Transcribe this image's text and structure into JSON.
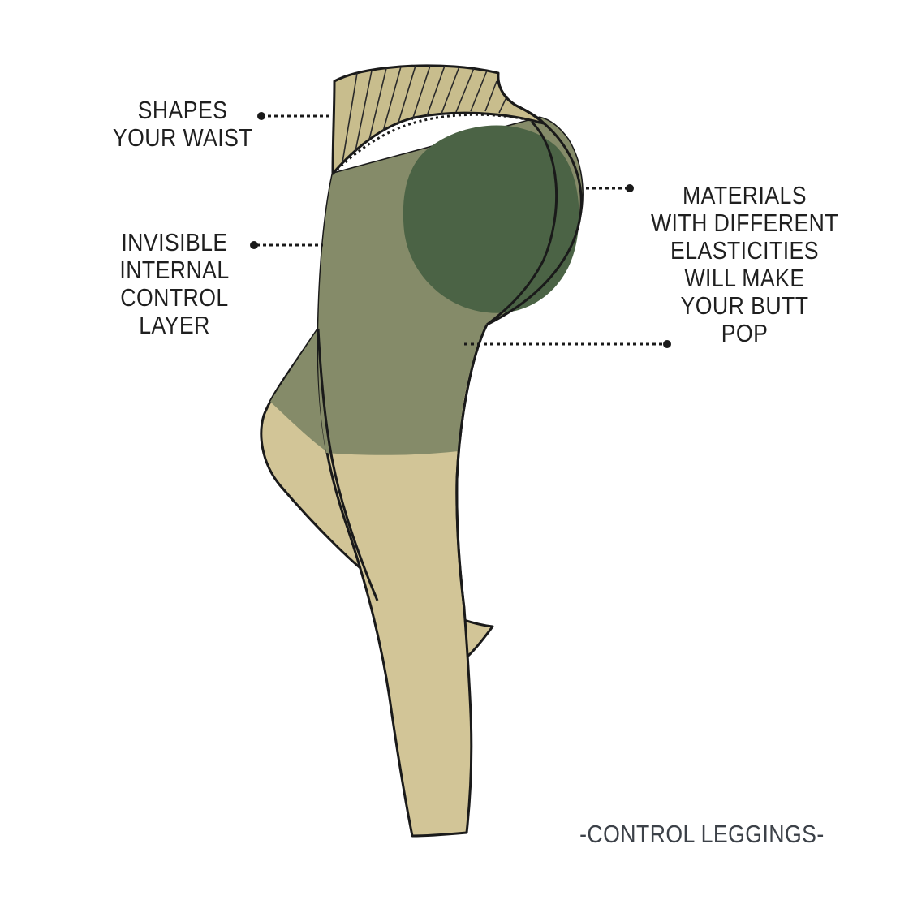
{
  "callouts": {
    "waist": [
      "SHAPES",
      "YOUR WAIST"
    ],
    "control_layer": [
      "INVISIBLE",
      "INTERNAL",
      "CONTROL",
      "LAYER"
    ],
    "materials": [
      "MATERIALS",
      "WITH DIFFERENT",
      "ELASTICITIES",
      "WILL MAKE",
      "YOUR BUTT",
      "POP"
    ]
  },
  "caption": "-CONTROL LEGGINGS-",
  "colors": {
    "waistband": "#c8bd8d",
    "control_zone": "#858b69",
    "butt_panel": "#4b6345",
    "leg": "#d2c597",
    "outline": "#1a1a1a"
  }
}
